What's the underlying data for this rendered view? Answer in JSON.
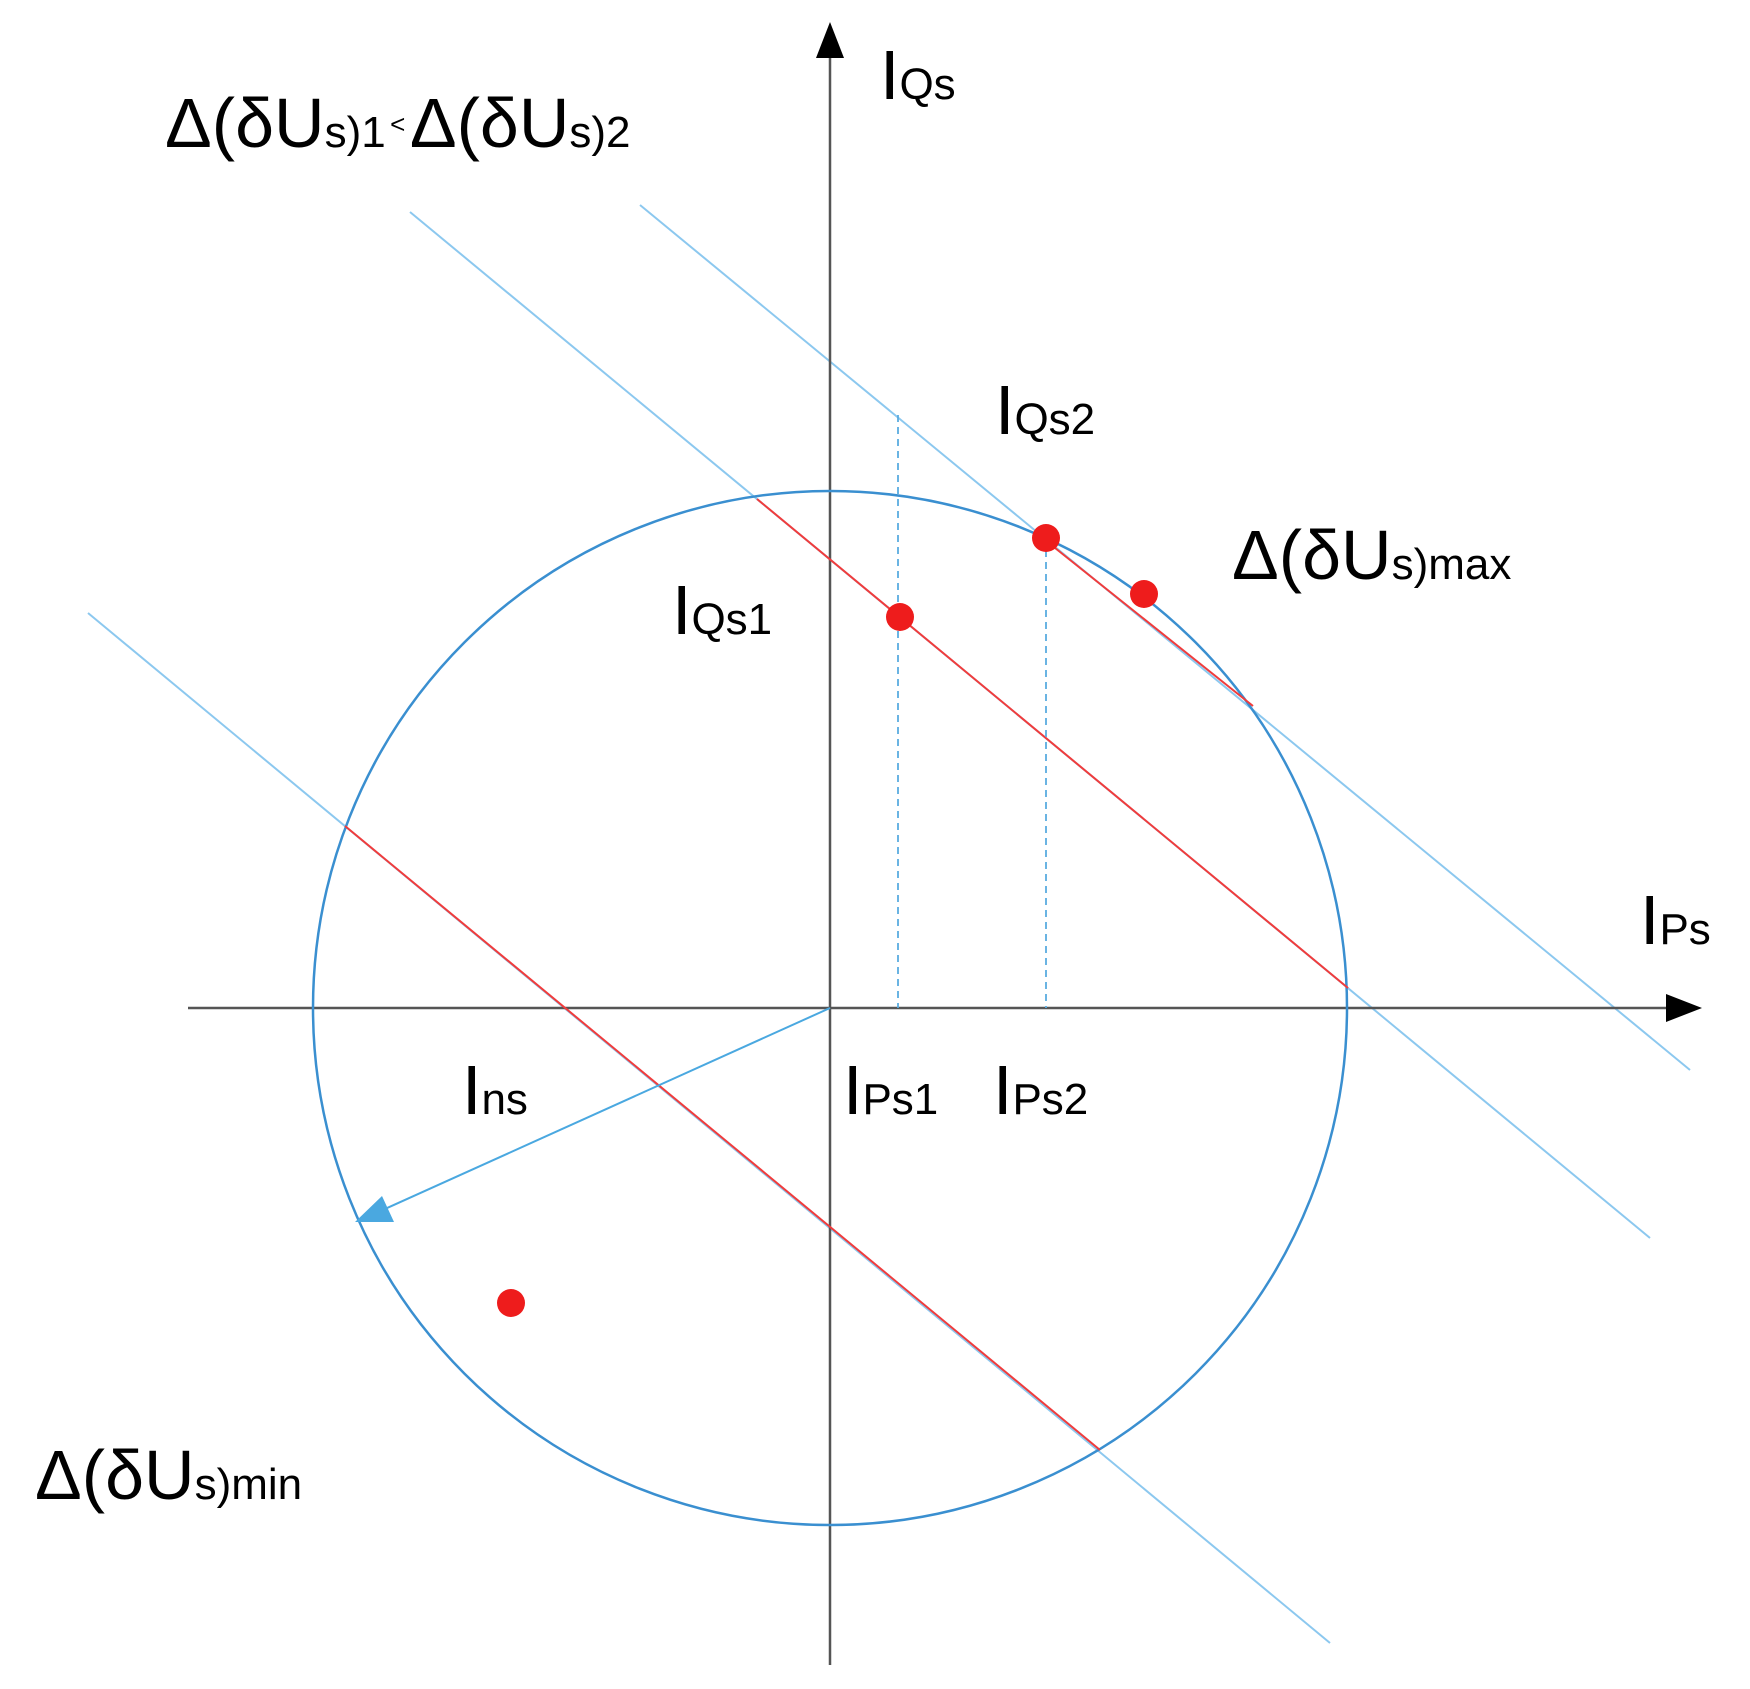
{
  "colors": {
    "axis": "#555555",
    "circle": "#3a8fd0",
    "light_line": "#8cc8ef",
    "red_line": "#f03c3c",
    "dot": "#ee1c1c",
    "arrow": "#4aa8e0",
    "text": "#000000"
  },
  "labels": {
    "axis_q": {
      "main": "I",
      "sub": "Qs"
    },
    "axis_p": {
      "main": "I",
      "sub": "Ps"
    },
    "top": {
      "part1_main": "Δ(δU",
      "part1_sub": "s)1",
      "less_than": "<",
      "part2_main": "Δ(δU",
      "part2_sub": "s)2"
    },
    "iqs2": {
      "main": "I",
      "sub": "Qs2"
    },
    "iqs1": {
      "main": "I",
      "sub": "Qs1"
    },
    "dmax": {
      "main": "Δ(δU",
      "sub": "s)max"
    },
    "dmin": {
      "main": "Δ(δU",
      "sub": "s)min"
    },
    "ins": {
      "main": "I",
      "sub": "ns"
    },
    "ips1": {
      "main": "I",
      "sub": "Ps1"
    },
    "ips2": {
      "main": "I",
      "sub": "Ps2"
    }
  }
}
